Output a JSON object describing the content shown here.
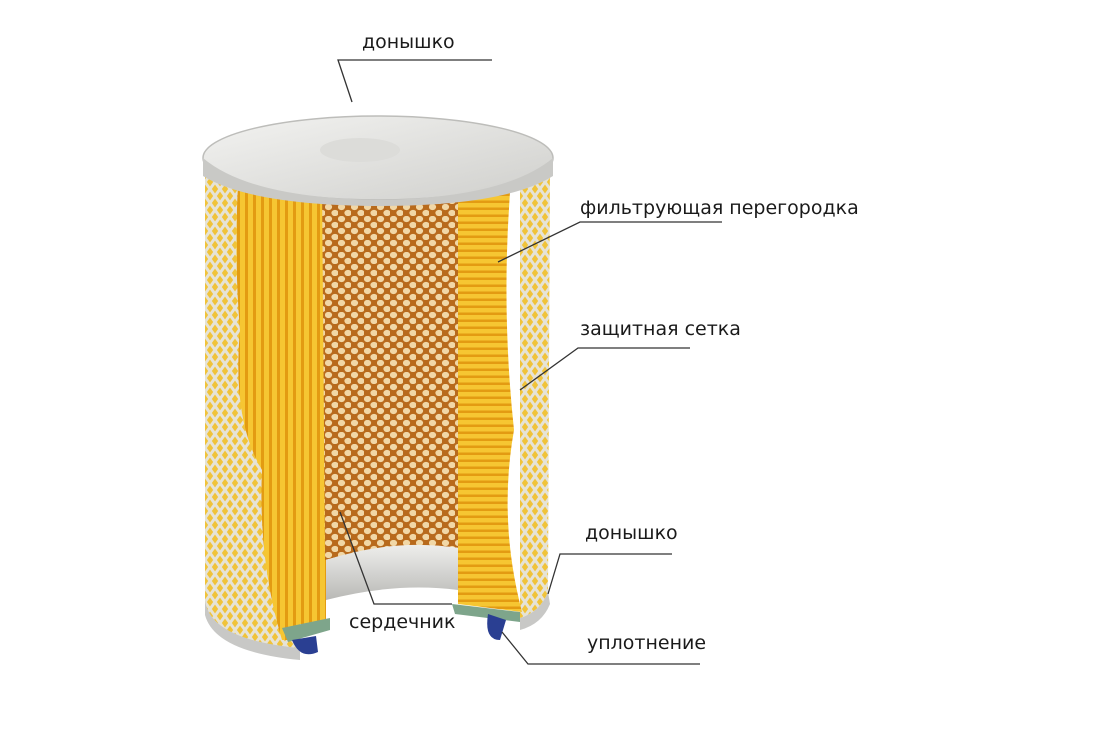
{
  "labels": {
    "top_cap": "донышко",
    "filter_media": "фильтрующая перегородка",
    "protective_mesh": "защитная сетка",
    "bottom_cap": "донышко",
    "core": "сердечник",
    "seal": "уплотнение"
  },
  "colors": {
    "pleat_yellow": "#f2bb22",
    "pleat_orange": "#e49a12",
    "mesh_light": "#e3e0d4",
    "core_brown": "#a8621e",
    "cap_white": "#e8e8e6",
    "seal_green": "#7ea58b",
    "seal_blue": "#2a3f92"
  }
}
